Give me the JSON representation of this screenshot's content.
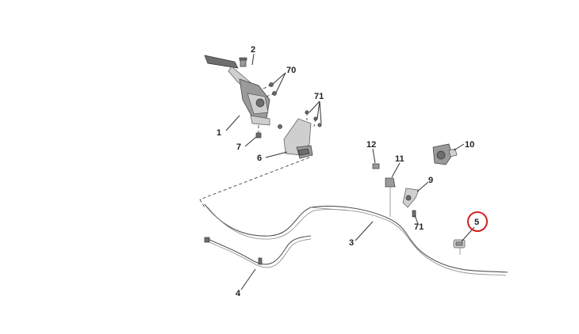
{
  "diagram": {
    "callouts": {
      "c1": "1",
      "c2": "2",
      "c3": "3",
      "c4": "4",
      "c5": "5",
      "c6": "6",
      "c7": "7",
      "c9": "9",
      "c10": "10",
      "c11": "11",
      "c12": "12",
      "c70": "70",
      "c71_top": "71",
      "c71_bottom": "71"
    },
    "highlighted_callout": "5",
    "highlight_color": "#d42020"
  }
}
